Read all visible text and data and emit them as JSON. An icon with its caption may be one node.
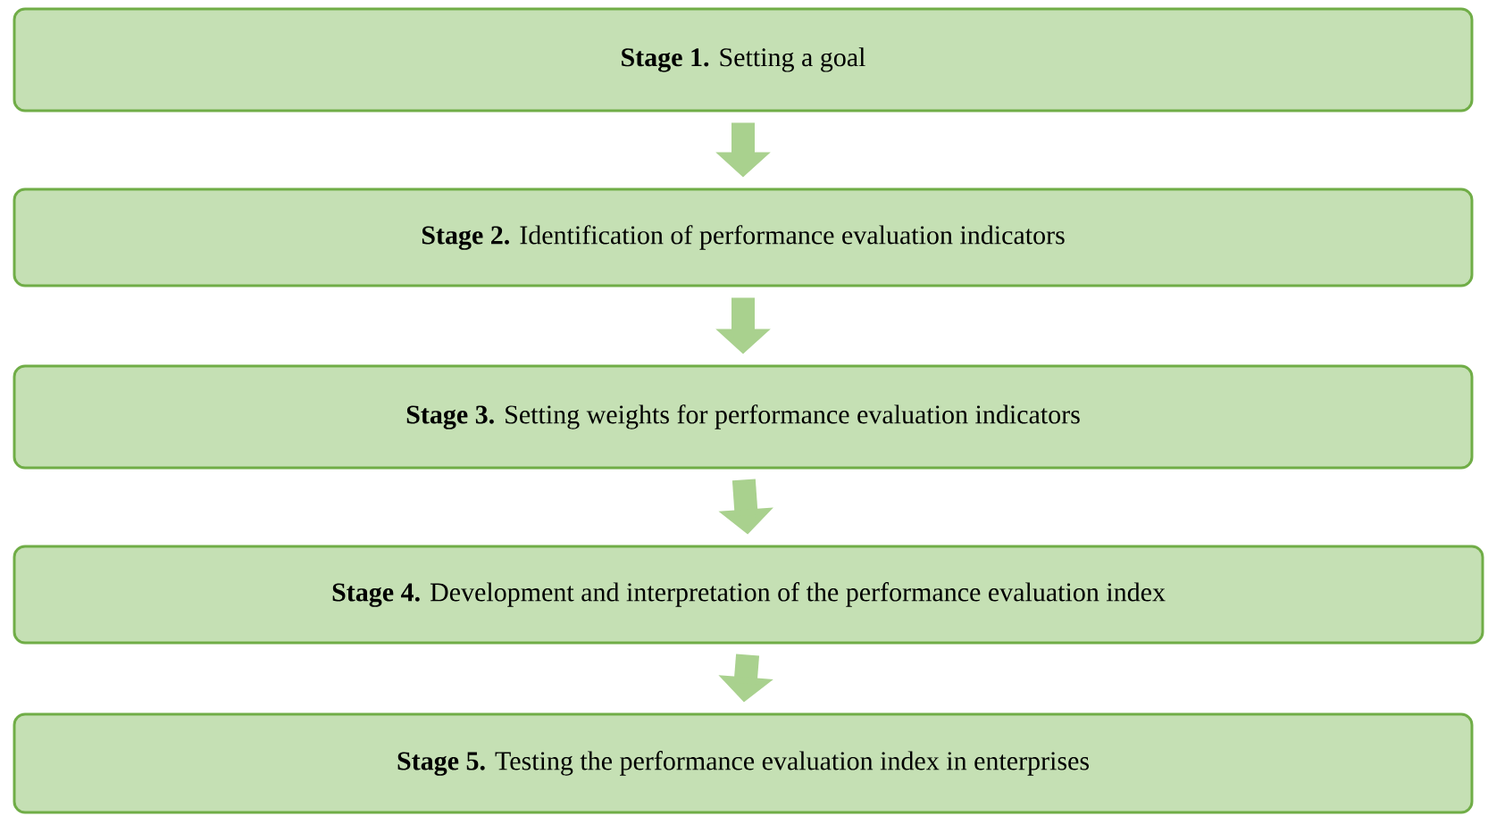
{
  "diagram": {
    "nodes": [
      {
        "text": [
          "**Stage 1.** Setting a goal"
        ]
      },
      {
        "text": [
          "**Stage 2.** Identification of performance evaluation indicators"
        ]
      },
      {
        "text": [
          "**Stage 3.** Setting weights for performance evaluation indicators"
        ]
      },
      {
        "text": [
          "**Stage 4.** Development and interpretation of the performance evaluation index"
        ]
      },
      {
        "text": [
          "**Stage 5.** Testing the performance evaluation index in enterprises"
        ]
      }
    ],
    "edges": [
      {
        "from": 0,
        "to": 1,
        "arrow": "to"
      },
      {
        "from": 1,
        "to": 2,
        "arrow": "to"
      },
      {
        "from": 2,
        "to": 3,
        "arrow": "to"
      },
      {
        "from": 3,
        "to": 4,
        "arrow": "to"
      }
    ]
  }
}
